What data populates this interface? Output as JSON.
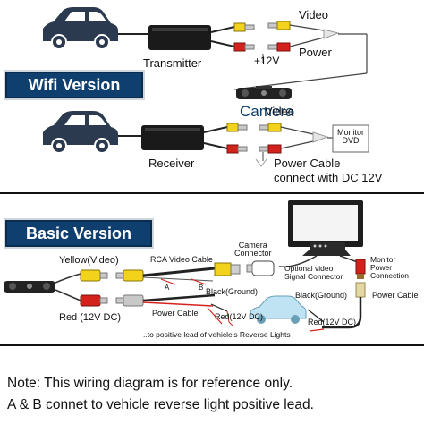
{
  "wifi_section": {
    "banner": "Wifi Version",
    "transmitter_label": "Transmitter",
    "receiver_label": "Receiver",
    "camera_label": "Camera",
    "top_video_label": "Video",
    "top_power_label": "Power",
    "plus12v_label": "+12V",
    "tx_video_label": "Video",
    "monitor_label": "Monitor\nDVD",
    "power_cable_line1": "Power Cable",
    "power_cable_line2": "connect with DC 12V"
  },
  "basic_section": {
    "banner": "Basic Version",
    "yellow_video_label": "Yellow(Video)",
    "rca_cable_label": "RCA Video Cable",
    "camera_connector_label": "Camera\nConnector",
    "optional_signal_label": "Optional video\nSignal Connector",
    "monitor_power_label": "Monitor\nPower\nConnection",
    "power_cable_right_label": "Power Cable",
    "power_cable_left_label": "Power Cable",
    "black_ground_left": "Black(Ground)",
    "black_ground_right": "Black(Ground)",
    "red_dc_left": "Red (12V DC)",
    "red_dc_mid": "Red(12V DC)",
    "red_dc_right": "Red(12V DC)",
    "wire_a": "A",
    "wire_b": "B",
    "reverse_lights_note": "..to positive lead of vehicle's Reverse Lights"
  },
  "notes": {
    "line1": "Note: This wiring diagram is for reference only.",
    "line2": "A & B connet to vehicle reverse light positive lead."
  },
  "colors": {
    "banner_bg": "#0e3f6e",
    "yellow_plug": "#f2d21b",
    "red_plug": "#d3221c",
    "car_dark": "#2b3a4f",
    "car_light": "#bfe3f2"
  }
}
